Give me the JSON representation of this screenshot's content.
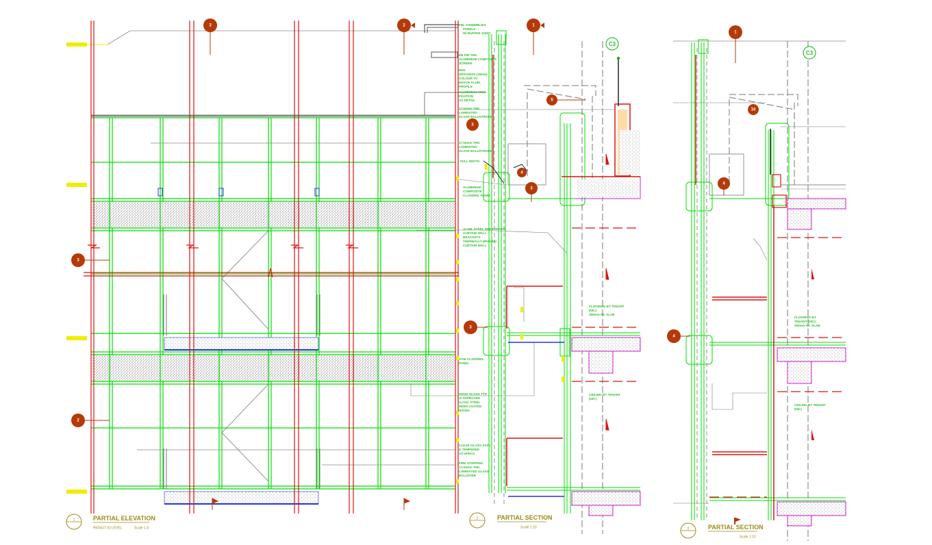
{
  "drawing": {
    "elevation": {
      "title": "PARTIAL ELEVATION",
      "subtitle": "PATAGT IO LEVEL",
      "scale": "Scale 1:X",
      "number": "1",
      "bubbles": [
        "3",
        "2",
        "3",
        "2"
      ],
      "notes": []
    },
    "section_a": {
      "title": "PARTIAL SECTION",
      "scale": "Scale 1:10",
      "number": "2",
      "gridmark": "C3",
      "bubbles": [
        "1",
        "5",
        "3",
        "3",
        "4",
        "3"
      ],
      "notes": [
        "FIN. ASSEMBLIES",
        "PANELS",
        "W/ BUFFER JOINT",
        "5/8 PIR THK.",
        "ALUMINIUM COMPOSITE",
        "SCREEN",
        "RHS",
        "200X100X5 (10mm)",
        "COLOUR TO",
        "MATCH ALUM.",
        "PROFILE",
        "ALUMINIUM TRIM",
        "FIXATION",
        "AS DETAIL",
        "17.52mm THK.",
        "LAMINATED",
        "GLASS BALUSTRADE",
        "17.52mm THK.",
        "LAMINATED",
        "GLASS BALUSTRADE",
        "FULL WIDTH",
        "ALUMINIUM",
        "COMPOSITE",
        "CLADDING PANEL",
        "ALUM. STEEL REINFORCED",
        "CURTAIN WALL",
        "BRACKETS",
        "THERMALLY BROKEN",
        "CURTAIN WALL",
        "ACM CLADDING",
        "PANEL",
        "VISION GLASS TYP.",
        "AS APPROVED",
        "GLASS, STEEL",
        "FINISH COATED",
        "DESIGN",
        "CLEAR GLASS SAFE",
        "& TEMPERED",
        "AS SPECS",
        "FIRE STOPPING",
        "17.52mm THK.",
        "LAMINATED GLASS",
        "BALUSTER",
        "FLOORING BY TENANT",
        "(NIC)",
        "250mm RC SLAB",
        "CEILING BY TENANT",
        "(NIC)"
      ]
    },
    "section_b": {
      "title": "PARTIAL SECTION",
      "scale": "Scale 1:10",
      "number": "2",
      "gridmark": "C3",
      "bubbles": [
        "1",
        "10",
        "4",
        "4"
      ],
      "notes": [
        "FLOORING BY",
        "TENANT (NIC)",
        "250mm RC SLAB",
        "CEILING BY TENANT",
        "(NIC)"
      ]
    },
    "colors": {
      "mullion": "#00dd00",
      "column": "#dd1111",
      "note": "#2bbf2b",
      "bubble": "#b43a08",
      "title": "#9a8a1a",
      "slab": "#cc22cc",
      "level": "#eeee00"
    }
  }
}
